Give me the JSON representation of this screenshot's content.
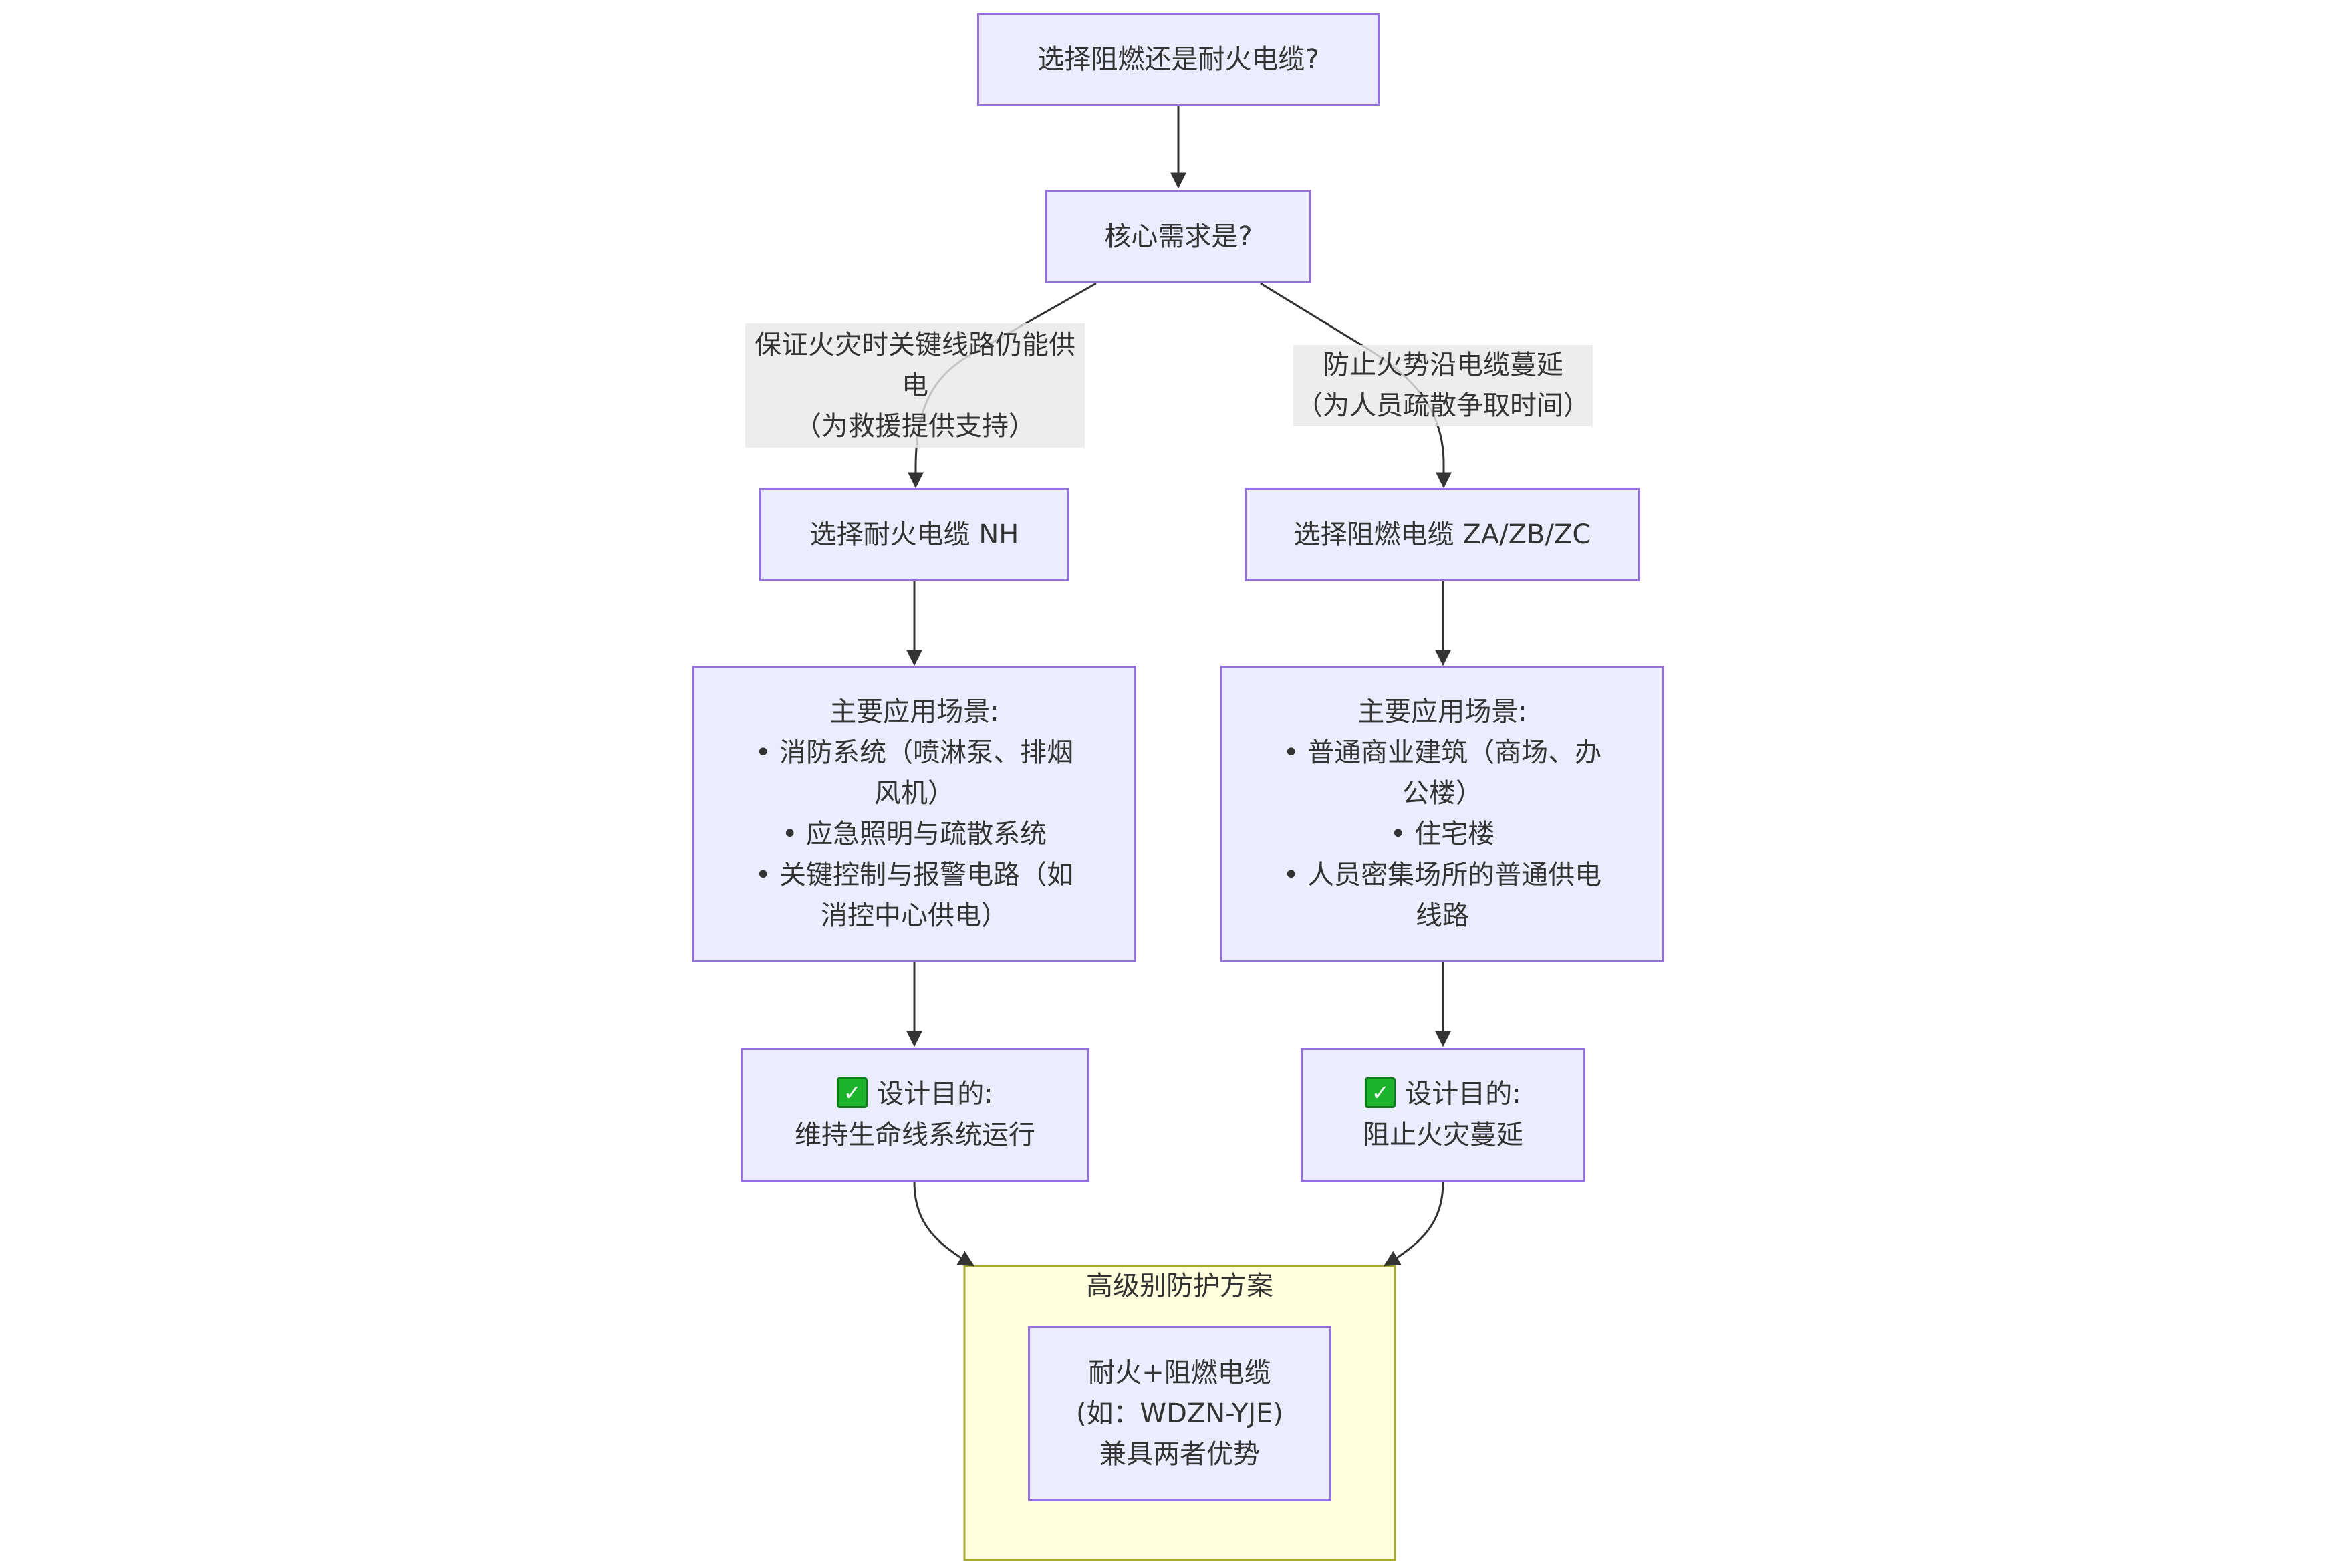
{
  "colors": {
    "node_fill": "#ECECFF",
    "node_stroke": "#9370DB",
    "cluster_fill": "#FFFFDE",
    "cluster_stroke": "#AAAA33",
    "edge_color": "#333333",
    "edge_label_bg": "#E8E8E8",
    "check_green": "#1DB32C"
  },
  "nodes": {
    "start": {
      "lines": [
        "选择阻燃还是耐火电缆?"
      ]
    },
    "core": {
      "lines": [
        "核心需求是?"
      ]
    },
    "nh": {
      "lines": [
        "选择耐火电缆 NH"
      ]
    },
    "zr": {
      "lines": [
        "选择阻燃电缆 ZA/ZB/ZC"
      ]
    },
    "nh_scenes": {
      "lines": [
        "主要应用场景:",
        "• 消防系统（喷淋泵、排烟",
        "风机）",
        "• 应急照明与疏散系统",
        "• 关键控制与报警电路（如",
        "消控中心供电）"
      ]
    },
    "zr_scenes": {
      "lines": [
        "主要应用场景:",
        "• 普通商业建筑（商场、办",
        "公楼）",
        "• 住宅楼",
        "• 人员密集场所的普通供电",
        "线路"
      ]
    },
    "nh_goal": {
      "icon": "check-mark-icon",
      "title": "设计目的:",
      "lines": [
        "维持生命线系统运行"
      ]
    },
    "zr_goal": {
      "icon": "check-mark-icon",
      "title": "设计目的:",
      "lines": [
        "阻止火灾蔓延"
      ]
    },
    "combo": {
      "lines": [
        "耐火+阻燃电缆",
        "(如：WDZN-YJE)",
        "兼具两者优势"
      ]
    }
  },
  "edge_labels": {
    "left": {
      "lines": [
        "保证火灾时关键线路仍能供",
        "电",
        "（为救援提供支持）"
      ]
    },
    "right": {
      "lines": [
        "防止火势沿电缆蔓延",
        "（为人员疏散争取时间）"
      ]
    }
  },
  "cluster": {
    "title": "高级别防护方案"
  }
}
